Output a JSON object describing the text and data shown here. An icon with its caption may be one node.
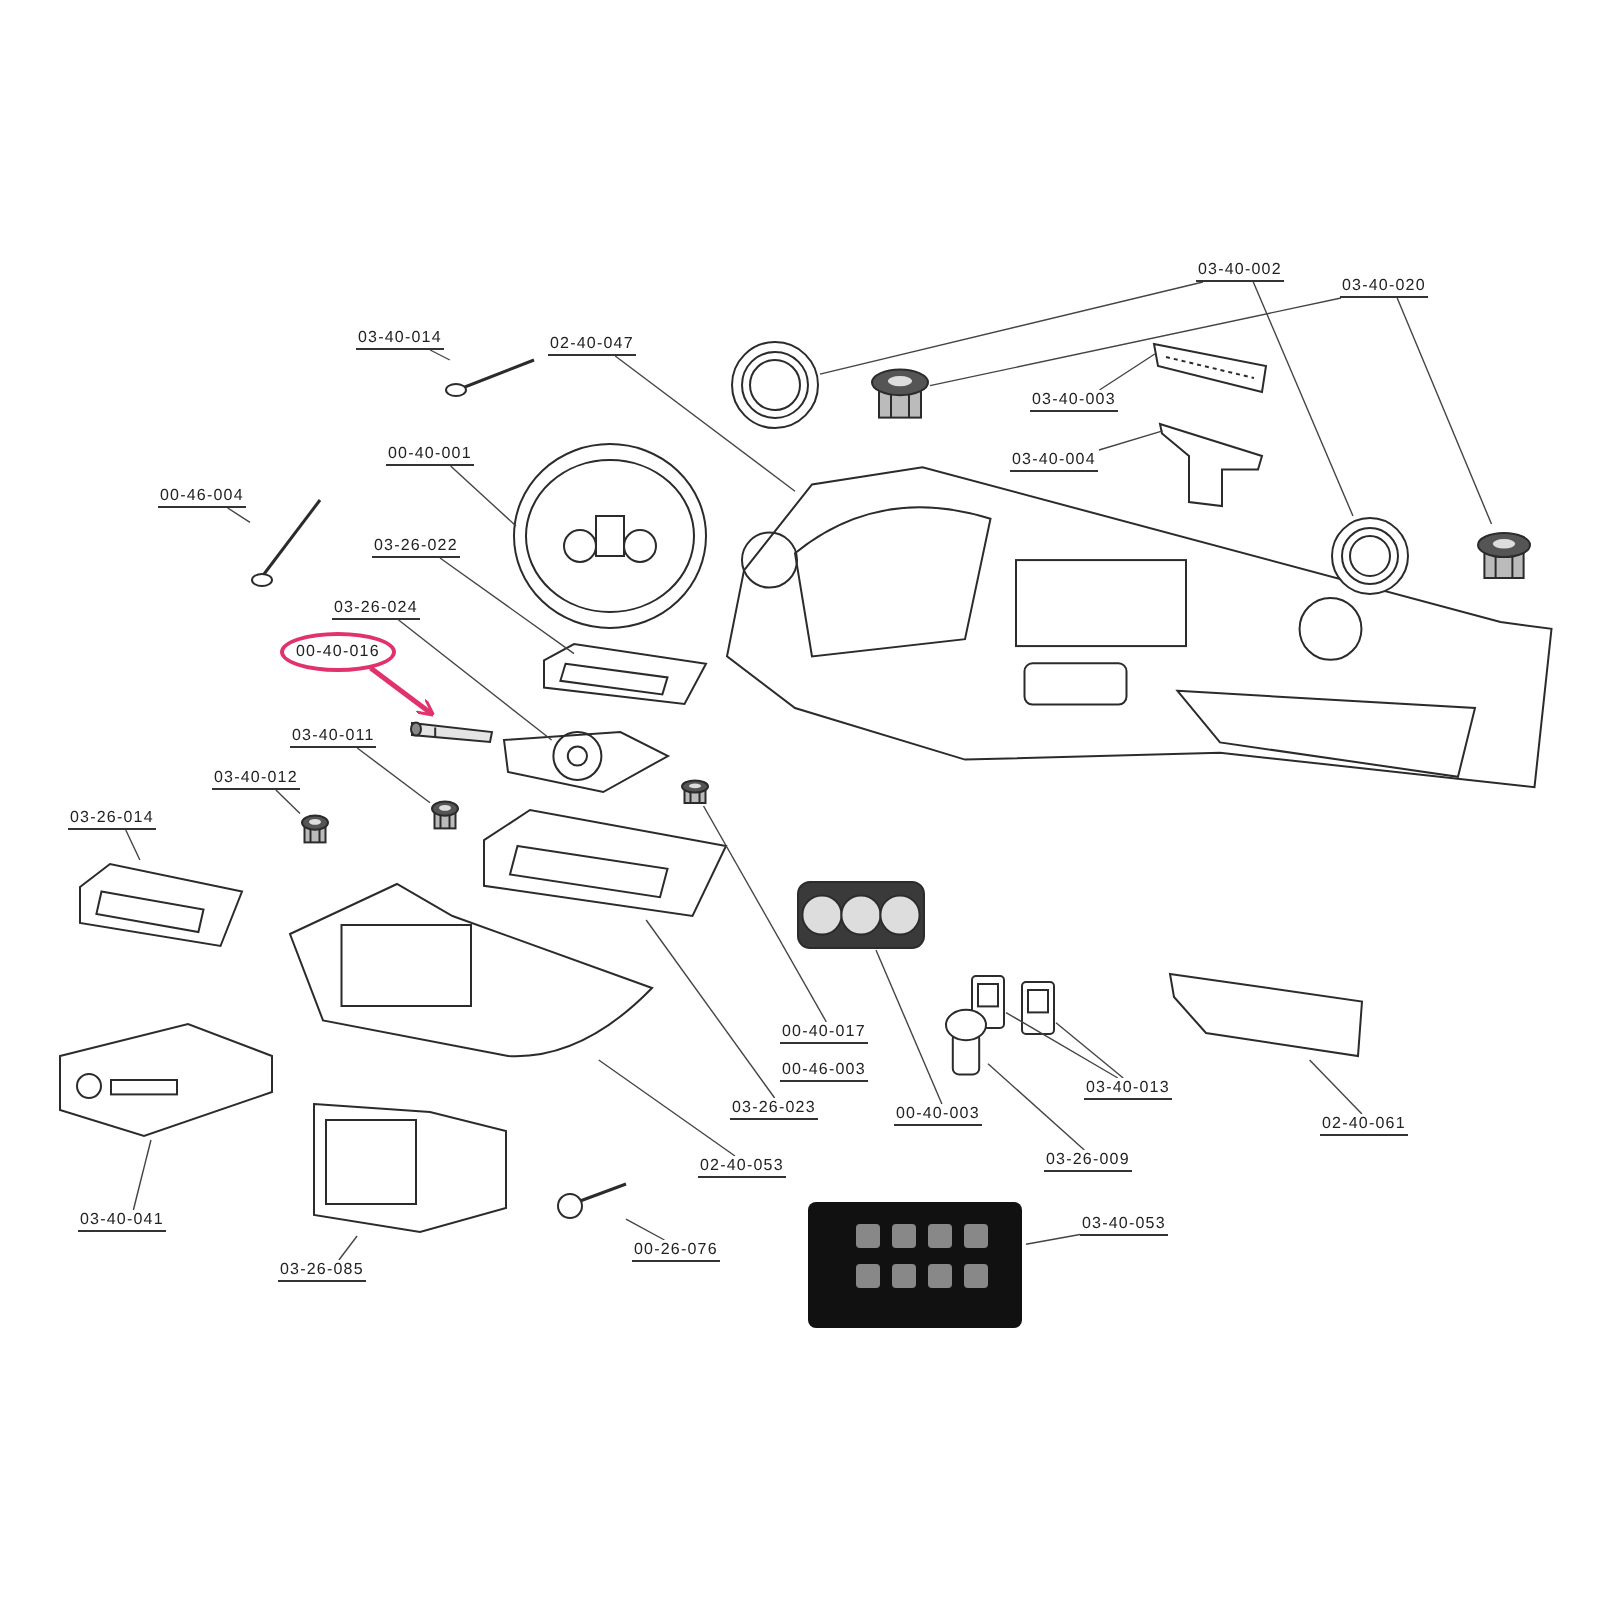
{
  "diagram": {
    "nodes": [
      {
        "text": [
          "03-40-014"
        ]
      },
      {
        "text": [
          "02-40-047"
        ]
      },
      {
        "text": [
          "00-40-001"
        ]
      },
      {
        "text": [
          "00-46-004"
        ]
      },
      {
        "text": [
          "03-26-022"
        ]
      },
      {
        "text": [
          "03-26-024"
        ]
      },
      {
        "text": [
          "00-40-016"
        ]
      },
      {
        "text": [
          "03-40-011"
        ]
      },
      {
        "text": [
          "03-40-012"
        ]
      },
      {
        "text": [
          "03-26-014"
        ]
      },
      {
        "text": [
          "03-40-002"
        ]
      },
      {
        "text": [
          "03-40-020"
        ]
      },
      {
        "text": [
          "03-40-003"
        ]
      },
      {
        "text": [
          "03-40-004"
        ]
      },
      {
        "text": [
          "00-40-017"
        ]
      },
      {
        "text": [
          "00-46-003"
        ]
      },
      {
        "text": [
          "03-26-023"
        ]
      },
      {
        "text": [
          "00-40-003"
        ]
      },
      {
        "text": [
          "03-40-013"
        ]
      },
      {
        "text": [
          "02-40-061"
        ]
      },
      {
        "text": [
          "03-26-009"
        ]
      },
      {
        "text": [
          "02-40-053"
        ]
      },
      {
        "text": [
          "03-40-041"
        ]
      },
      {
        "text": [
          "03-26-085"
        ]
      },
      {
        "text": [
          "00-26-076"
        ]
      },
      {
        "text": [
          "03-40-053"
        ]
      },
      {
        "text": [],
        "shape": "picture"
      },
      {
        "text": [],
        "shape": "picture"
      },
      {
        "text": [],
        "shape": "picture"
      },
      {
        "text": [],
        "shape": "picture"
      },
      {
        "text": [],
        "shape": "picture"
      },
      {
        "text": [],
        "shape": "picture"
      },
      {
        "text": [],
        "shape": "picture"
      },
      {
        "text": [],
        "shape": "picture"
      },
      {
        "text": [],
        "shape": "picture"
      },
      {
        "text": [],
        "shape": "picture"
      },
      {
        "text": [],
        "shape": "picture"
      },
      {
        "text": [],
        "shape": "picture"
      },
      {
        "text": [],
        "shape": "picture"
      },
      {
        "text": [],
        "shape": "picture"
      },
      {
        "text": [],
        "shape": "picture"
      },
      {
        "text": [],
        "shape": "picture"
      },
      {
        "text": [],
        "shape": "picture"
      },
      {
        "text": [],
        "shape": "picture"
      },
      {
        "text": [],
        "shape": "picture"
      },
      {
        "text": [],
        "shape": "picture"
      },
      {
        "text": [],
        "shape": "picture"
      },
      {
        "text": [],
        "shape": "picture"
      },
      {
        "text": [],
        "shape": "picture"
      },
      {
        "text": [],
        "shape": "picture"
      },
      {
        "text": [],
        "shape": "picture"
      },
      {
        "text": [],
        "shape": "picture"
      },
      {
        "text": [],
        "shape": "picture"
      },
      {
        "text": [],
        "shape": "picture"
      }
    ],
    "edges": [
      {
        "from": 0,
        "to": 26,
        "arrow": "none"
      },
      {
        "from": 1,
        "to": 27,
        "arrow": "none"
      },
      {
        "from": 2,
        "to": 28,
        "arrow": "none"
      },
      {
        "from": 3,
        "to": 29,
        "arrow": "none"
      },
      {
        "from": 4,
        "to": 30,
        "arrow": "none"
      },
      {
        "from": 5,
        "to": 31,
        "arrow": "none"
      },
      {
        "from": 6,
        "to": 32,
        "arrow": "to",
        "style": "thick",
        "color": "#e0336e"
      },
      {
        "from": 7,
        "to": 34,
        "arrow": "none"
      },
      {
        "from": 8,
        "to": 35,
        "arrow": "none"
      },
      {
        "from": 9,
        "to": 36,
        "arrow": "none"
      },
      {
        "from": 10,
        "to": 37,
        "arrow": "none"
      },
      {
        "from": 10,
        "to": 41,
        "arrow": "none"
      },
      {
        "from": 11,
        "to": 38,
        "arrow": "none"
      },
      {
        "from": 11,
        "to": 42,
        "arrow": "none"
      },
      {
        "from": 12,
        "to": 39,
        "arrow": "none"
      },
      {
        "from": 13,
        "to": 40,
        "arrow": "none"
      },
      {
        "from": 14,
        "to": 33,
        "arrow": "none"
      },
      {
        "from": 16,
        "to": 43,
        "arrow": "none"
      },
      {
        "from": 17,
        "to": 44,
        "arrow": "none"
      },
      {
        "from": 18,
        "to": 45,
        "arrow": "none"
      },
      {
        "from": 18,
        "to": 46,
        "arrow": "none"
      },
      {
        "from": 19,
        "to": 47,
        "arrow": "none"
      },
      {
        "from": 20,
        "to": 48,
        "arrow": "none"
      },
      {
        "from": 21,
        "to": 49,
        "arrow": "none"
      },
      {
        "from": 22,
        "to": 50,
        "arrow": "none"
      },
      {
        "from": 23,
        "to": 51,
        "arrow": "none"
      },
      {
        "from": 24,
        "to": 52,
        "arrow": "none"
      },
      {
        "from": 25,
        "to": 53,
        "arrow": "none"
      }
    ]
  }
}
